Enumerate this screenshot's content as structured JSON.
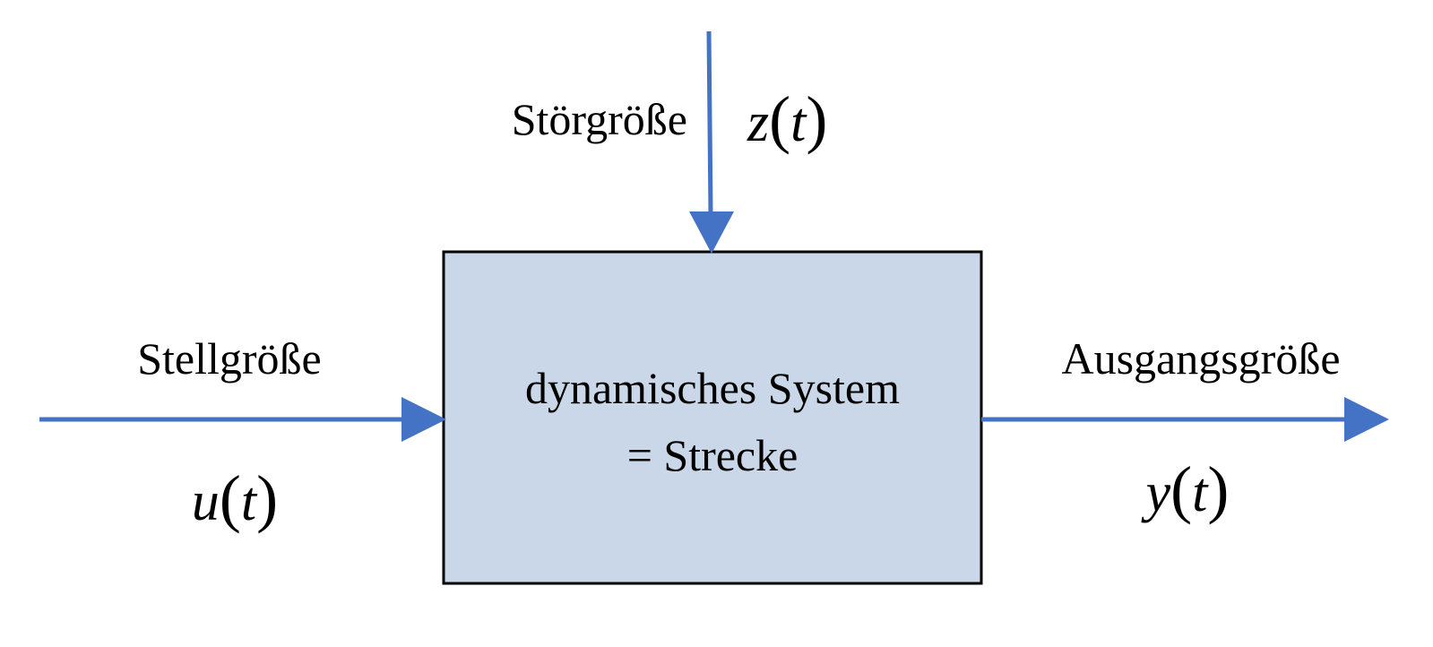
{
  "colors": {
    "arrow": "#4472c4",
    "block_fill": "#c9d7e8",
    "block_stroke": "#000000",
    "text": "#000000"
  },
  "block": {
    "line1": "dynamisches System",
    "line2": "= Strecke"
  },
  "disturbance": {
    "label": "Störgröße",
    "symbol": "z",
    "argument": "t"
  },
  "input": {
    "label": "Stellgröße",
    "symbol": "u",
    "argument": "t"
  },
  "output": {
    "label": "Ausgangsgröße",
    "symbol": "y",
    "argument": "t"
  }
}
